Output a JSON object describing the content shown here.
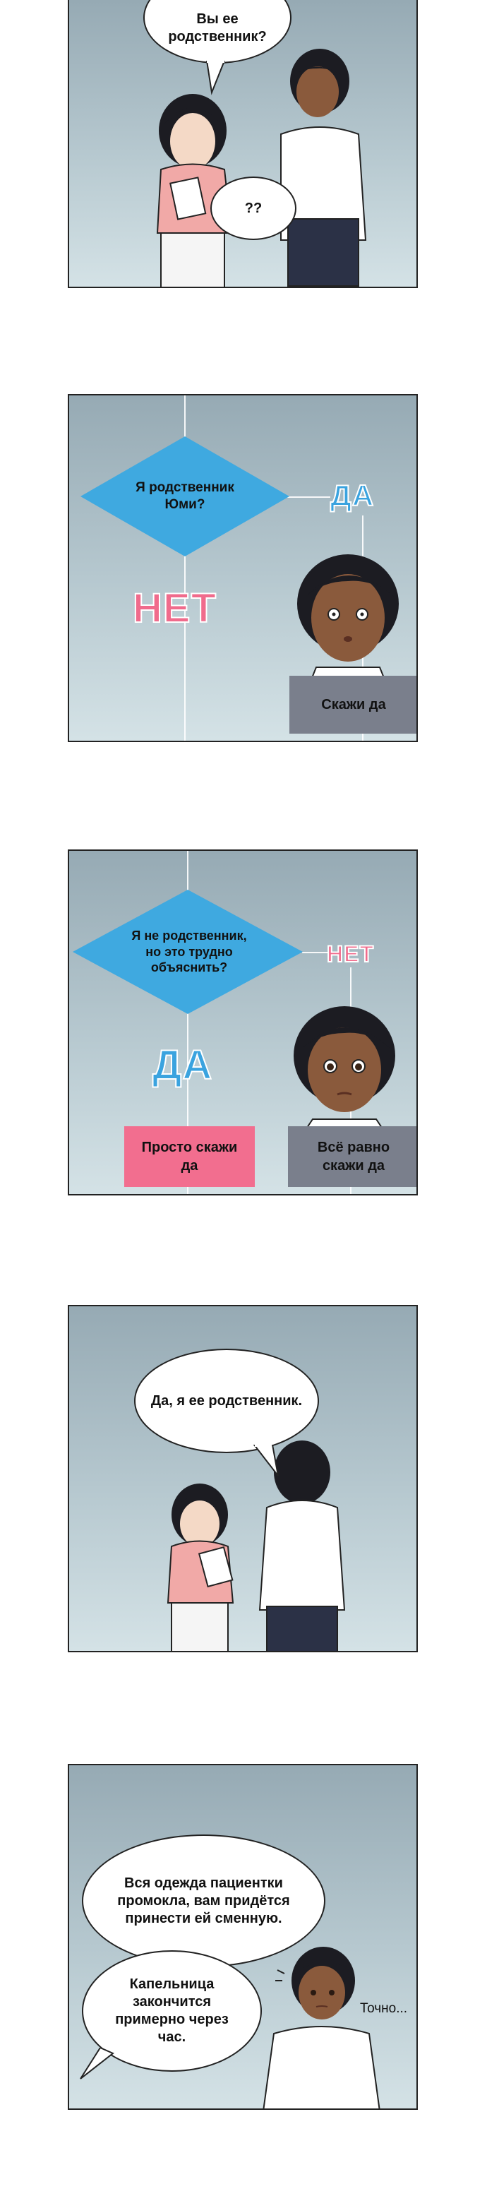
{
  "panel1": {
    "bubble_top": "Вы ее родственник?",
    "bubble_mid": "??"
  },
  "panel2": {
    "question": "Я родственник Юми?",
    "yes": "ДА",
    "no": "НЕТ",
    "box": "Скажи да"
  },
  "panel3": {
    "question": "Я не родственник, но это трудно объяснить?",
    "no": "НЕТ",
    "yes": "ДА",
    "box_left": "Просто скажи да",
    "box_right": "Всё равно скажи да"
  },
  "panel4": {
    "bubble": "Да, я ее родственник."
  },
  "panel5": {
    "bubble_top": "Вся одежда пациентки промокла, вам придётся принести ей сменную.",
    "bubble_bottom": "Капельница закончится примерно через час.",
    "narration": "Точно..."
  },
  "colors": {
    "diamond_blue": "#3fa9e0",
    "yes_blue": "#3aa3df",
    "no_pink": "#f06b8c",
    "box_pink": "#f26e8f",
    "box_gray": "#7a7f8c"
  }
}
